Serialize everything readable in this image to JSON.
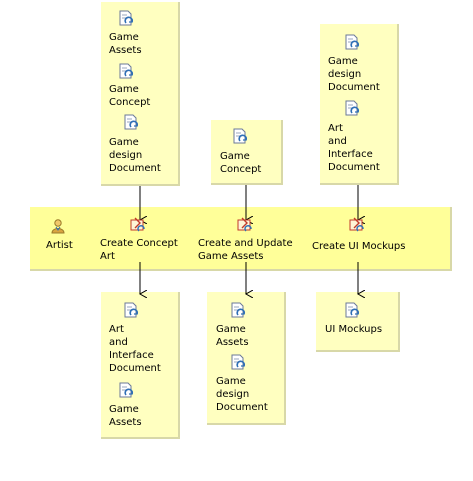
{
  "swimlane": {
    "role": "Artist",
    "tasks": [
      "Create Concept\nArt",
      "Create and Update\nGame Assets",
      "Create UI Mockups"
    ]
  },
  "inputs": {
    "concept_art": [
      "Game\nAssets",
      "Game\nConcept",
      "Game\ndesign\nDocument"
    ],
    "game_assets": [
      "Game\nConcept"
    ],
    "ui_mockups": [
      "Game\ndesign\nDocument",
      "Art\nand\nInterface\nDocument"
    ]
  },
  "outputs": {
    "concept_art": [
      "Art\nand\nInterface\nDocument",
      "Game\nAssets"
    ],
    "game_assets": [
      "Game\nAssets",
      "Game\ndesign\nDocument"
    ],
    "ui_mockups": [
      "UI Mockups"
    ]
  },
  "icons": {
    "artifact": "document-icon",
    "task": "task-icon",
    "role": "role-icon"
  },
  "colors": {
    "box_fill": "#ffffc0",
    "lane_fill": "#ffff99"
  }
}
